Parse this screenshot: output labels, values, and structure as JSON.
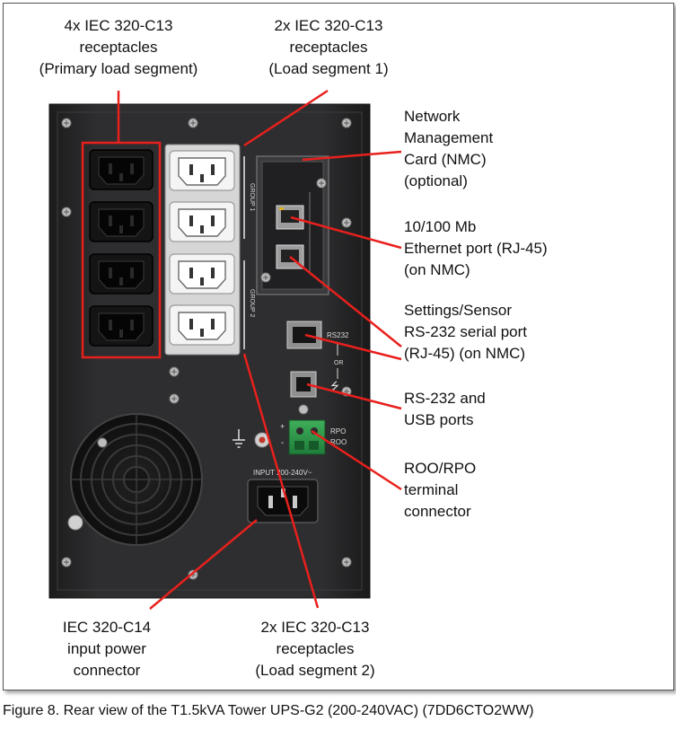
{
  "labels": {
    "primary_receptacles": "4x IEC 320-C13\nreceptacles\n(Primary load segment)",
    "segment1_receptacles": "2x IEC 320-C13\nreceptacles\n(Load segment 1)",
    "nmc": "Network\nManagement\nCard (NMC)\n(optional)",
    "ethernet_port": "10/100 Mb\nEthernet port (RJ-45)\n(on NMC)",
    "settings_port": "Settings/Sensor\nRS-232 serial port\n(RJ-45)  (on NMC)",
    "rs232_usb": "RS-232 and\nUSB ports",
    "roo_rpo": "ROO/RPO\nterminal\nconnector",
    "input_connector": "IEC 320-C14\ninput power\nconnector",
    "segment2_receptacles": "2x IEC 320-C13\nreceptacles\n(Load segment 2)"
  },
  "device_markings": {
    "group1": "GROUP 1",
    "group2": "GROUP 2",
    "rs232": "RS232",
    "or": "OR",
    "input_rating": "INPUT 200-240V~",
    "rpo": "RPO",
    "roo": "ROO",
    "plus": "+",
    "minus": "-"
  },
  "caption": "Figure 8. Rear view of the T1.5kVA Tower UPS-G2 (200-240VAC) (7DD6CTO2WW)",
  "colors": {
    "callout": "#e8201c",
    "chassis": "#2b2b2c",
    "receptacle_panel": "#d6d6d6"
  }
}
